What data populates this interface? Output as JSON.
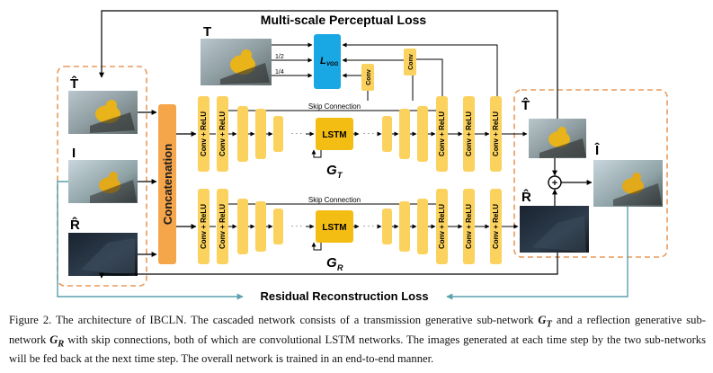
{
  "diagram": {
    "title_loss": "Multi-scale Perceptual Loss",
    "bottom_loss": "Residual Reconstruction Loss",
    "concat_label": "Concatenation",
    "lvgg_label": "L",
    "lvgg_sub": "VGG",
    "conv_label": "Conv",
    "conv_relu_label": "Conv + ReLU",
    "lstm_label": "LSTM",
    "skip_label": "Skip Connection",
    "dots": "· · ·",
    "gen_t_main": "G",
    "gen_t_sub": "T",
    "gen_r_main": "G",
    "gen_r_sub": "R",
    "scale_half": "1/2",
    "scale_quarter": "1/4",
    "plus_symbol": "+",
    "labels": {
      "t_top": "T",
      "t_hat_in": "T̂",
      "i_in": "I",
      "r_hat_in": "R̂",
      "t_hat_out": "T̂",
      "r_hat_out": "R̂",
      "i_hat_out": "Î"
    },
    "colors": {
      "orange_block": "#f5a54a",
      "yellow_block": "#fbd25e",
      "lstm": "#f4bd14",
      "vgg": "#19a8e4",
      "dashed_box": "#e89a5c",
      "teal_arrow": "#5aa0ad"
    }
  },
  "caption": {
    "part1": "Figure 2. The architecture of IBCLN. The cascaded network consists of a transmission generative sub-network ",
    "gt_main": "G",
    "gt_sub": "T",
    "part2": " and a reflection generative sub-network ",
    "gr_main": "G",
    "gr_sub": "R",
    "part3": " with skip connections, both of which are convolutional LSTM networks. The images generated at each time step by the two sub-networks will be fed back at the next time step. The overall network is trained in an end-to-end manner."
  }
}
